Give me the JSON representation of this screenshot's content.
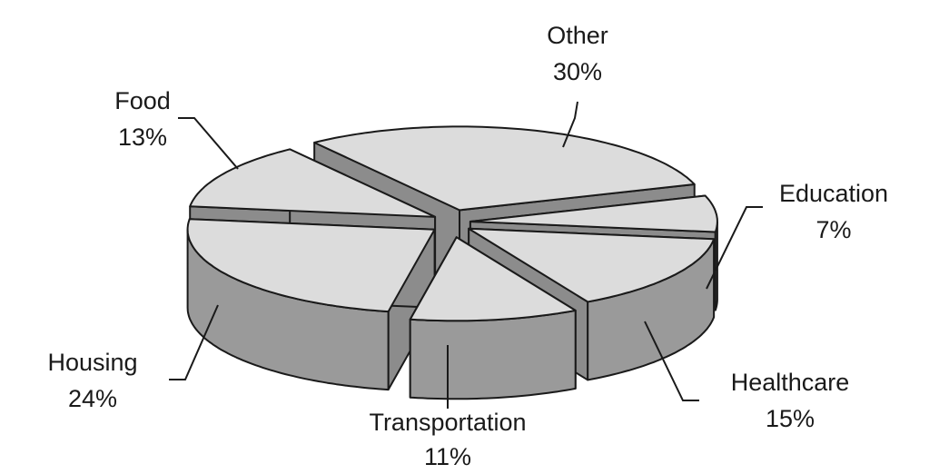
{
  "chart_data": {
    "type": "pie",
    "title": "",
    "style": "3d-exploded",
    "colors": {
      "top": "#dcdcdc",
      "side": "#9a9a9a",
      "side_dark": "#8c8c8c",
      "edge": "#1a1a1a"
    },
    "slices": [
      {
        "label": "Other",
        "value": 30,
        "value_label": "30%"
      },
      {
        "label": "Education",
        "value": 7,
        "value_label": "7%"
      },
      {
        "label": "Healthcare",
        "value": 15,
        "value_label": "15%"
      },
      {
        "label": "Transportation",
        "value": 11,
        "value_label": "11%"
      },
      {
        "label": "Housing",
        "value": 24,
        "value_label": "24%"
      },
      {
        "label": "Food",
        "value": 13,
        "value_label": "13%"
      }
    ]
  }
}
